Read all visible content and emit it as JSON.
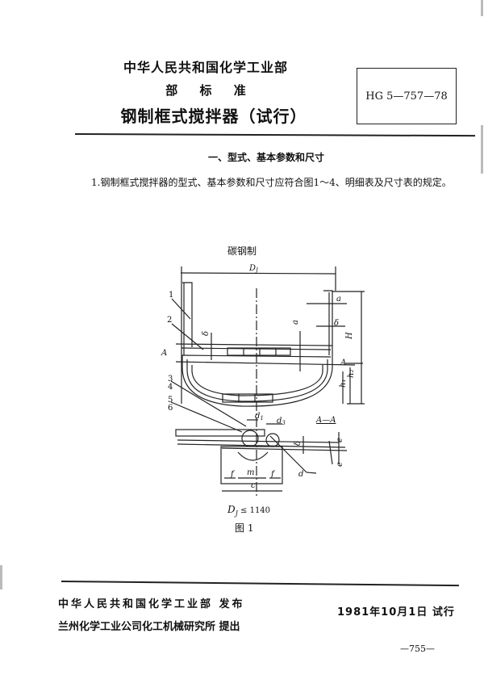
{
  "header": {
    "ministry": "中华人民共和国化学工业部",
    "standard_type": "部 标 准",
    "title": "钢制框式搅拌器（试行）",
    "standard_code": "HG 5—757—78"
  },
  "section": {
    "heading": "一、型式、基本参数和尺寸",
    "clause_1": "1.钢制框式搅拌器的型式、基本参数和尺寸应符合图1～4、明细表及尺寸表的规定。"
  },
  "figure": {
    "material_label": "碳钢制",
    "dimension_labels": {
      "diameter": "D",
      "diameter_sub": "J",
      "a": "a",
      "delta": "δ",
      "H": "H",
      "h1": "h",
      "h1_sub": "1",
      "h2": "h",
      "h2_sub": "2",
      "section_marker": "A",
      "section_view": "A—A",
      "d1": "d",
      "d1_sub": "1",
      "d3": "d",
      "d3_sub": "3",
      "d": "d",
      "m": "m",
      "f": "f",
      "c": "c",
      "e": "e"
    },
    "part_numbers": [
      "1",
      "2",
      "3",
      "4",
      "5",
      "6"
    ],
    "condition": "D",
    "condition_sub": "J",
    "condition_rest": " ≤ 1140",
    "caption": "图 1"
  },
  "footer": {
    "issuer": "中华人民共和国化学工业部  发布",
    "proposer": "兰州化学工业公司化工机械研究所  提出",
    "effective_date": "1981年10月1日  试行",
    "page_number": "—755—"
  }
}
